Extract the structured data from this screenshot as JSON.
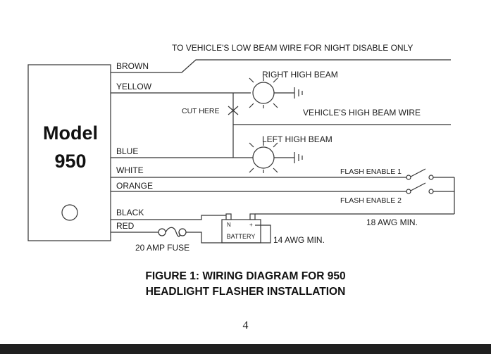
{
  "diagram": {
    "top_note": "TO VEHICLE'S LOW BEAM WIRE FOR NIGHT DISABLE ONLY",
    "module": {
      "line1": "Model",
      "line2": "950"
    },
    "wires": {
      "brown": "BROWN",
      "yellow": "YELLOW",
      "blue": "BLUE",
      "white": "WHITE",
      "orange": "ORANGE",
      "black": "BLACK",
      "red": "RED"
    },
    "cut_here": "CUT HERE",
    "right_high_beam": "RIGHT HIGH BEAM",
    "left_high_beam": "LEFT HIGH BEAM",
    "high_beam_wire": "VEHICLE'S HIGH BEAM WIRE",
    "flash_enable_1": "FLASH ENABLE 1",
    "flash_enable_2": "FLASH ENABLE 2",
    "battery": {
      "label": "BATTERY",
      "neg": "N",
      "pos": "+"
    },
    "fuse": "20 AMP FUSE",
    "awg_14": "14 AWG MIN.",
    "awg_18": "18 AWG MIN."
  },
  "caption": {
    "line1": "FIGURE 1:  WIRING DIAGRAM FOR 950",
    "line2": "HEADLIGHT FLASHER INSTALLATION"
  },
  "page_number": "4"
}
